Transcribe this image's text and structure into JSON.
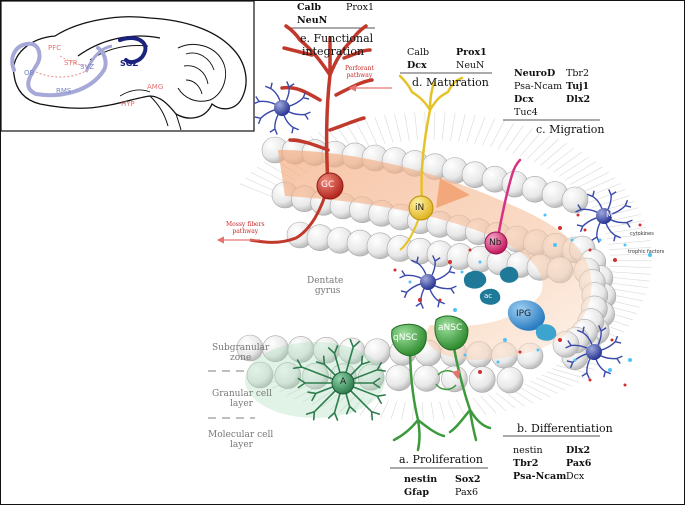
{
  "brain": {
    "labels": {
      "pfc": "PFC",
      "str": "STR",
      "svz": "SVZ",
      "sgz": "SGZ",
      "ob": "OB",
      "rms": "RMS",
      "hyp": "HYP",
      "amg": "AMG"
    }
  },
  "stages": {
    "integration": {
      "title_line1": "e. Functional",
      "title_line2": "integration",
      "markers": [
        {
          "text": "Calb",
          "bold": true
        },
        {
          "text": "Prox1",
          "bold": false
        },
        {
          "text": "NeuN",
          "bold": true
        }
      ]
    },
    "maturation": {
      "title": "d. Maturation",
      "markers": [
        {
          "text": "Calb",
          "bold": false
        },
        {
          "text": "Prox1",
          "bold": true
        },
        {
          "text": "Dcx",
          "bold": true
        },
        {
          "text": "NeuN",
          "bold": false
        }
      ]
    },
    "migration": {
      "title": "c. Migration",
      "markers": [
        {
          "text": "NeuroD",
          "bold": true
        },
        {
          "text": "Tbr2",
          "bold": false
        },
        {
          "text": "Psa-Ncam",
          "bold": false
        },
        {
          "text": "Tuj1",
          "bold": true
        },
        {
          "text": "Dcx",
          "bold": true
        },
        {
          "text": "Dlx2",
          "bold": true
        },
        {
          "text": "Tuc4",
          "bold": false
        }
      ]
    },
    "differentiation": {
      "title": "b. Differentiation",
      "markers": [
        {
          "text": "nestin",
          "bold": false
        },
        {
          "text": "Dlx2",
          "bold": true
        },
        {
          "text": "Tbr2",
          "bold": true
        },
        {
          "text": "Pax6",
          "bold": true
        },
        {
          "text": "Psa-Ncam",
          "bold": true
        },
        {
          "text": "Dcx",
          "bold": false
        }
      ]
    },
    "proliferation": {
      "title": "a. Proliferation",
      "markers": [
        {
          "text": "nestin",
          "bold": true
        },
        {
          "text": "Sox2",
          "bold": true
        },
        {
          "text": "Gfap",
          "bold": true
        },
        {
          "text": "Pax6",
          "bold": false
        }
      ]
    }
  },
  "pathways": {
    "perforant_line1": "Perforant",
    "perforant_line2": "pathway",
    "mossy_line1": "Mossy fibers",
    "mossy_line2": "pathway"
  },
  "cells": {
    "gc": "GC",
    "in": "iN",
    "nb": "Nb",
    "m": "M",
    "ipg": "IPG",
    "qnsc": "qNSC",
    "ansc": "aNSC",
    "a": "A",
    "ac": "ac"
  },
  "annotations": {
    "cytokines": "cytokines",
    "trophic": "trophic factors"
  },
  "regions": {
    "dentate_line1": "Dentate",
    "dentate_line2": "gyrus",
    "subgranular_line1": "Subgranular",
    "subgranular_line2": "zone",
    "granular_line1": "Granular cell",
    "granular_line2": "layer",
    "molecular_line1": "Molecular cell",
    "molecular_line2": "layer"
  },
  "colors": {
    "gc": "#c0392b",
    "in": "#e6c229",
    "nb": "#d63384",
    "microglia": "#3949ab",
    "ipg": "#3d8fd1",
    "nsc": "#3c9a3c",
    "astro": "#2e7d4f",
    "band": "#f2b48a"
  }
}
